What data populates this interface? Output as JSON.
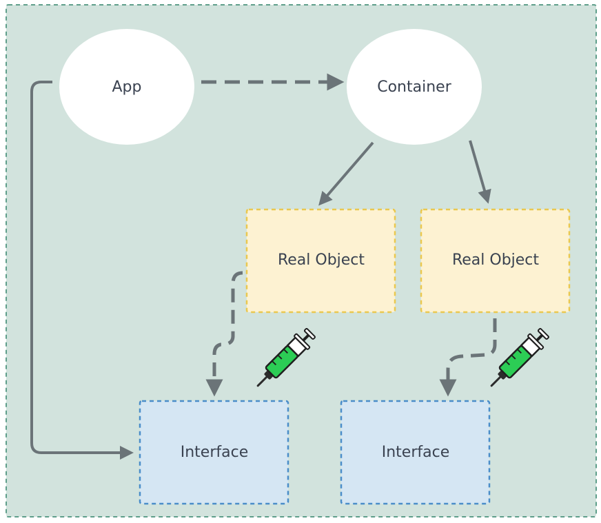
{
  "diagram": {
    "nodes": {
      "app": {
        "label": "App"
      },
      "container": {
        "label": "Container"
      },
      "real_object_1": {
        "label": "Real Object"
      },
      "real_object_2": {
        "label": "Real Object"
      },
      "interface_1": {
        "label": "Interface"
      },
      "interface_2": {
        "label": "Interface"
      }
    },
    "colors": {
      "canvas_background": "#d2e3dd",
      "canvas_border": "#5e9e8a",
      "ellipse_fill": "#ffffff",
      "real_object_fill": "#fdf2d2",
      "real_object_border": "#eac84f",
      "interface_fill": "#d5e6f3",
      "interface_border": "#4a8dc9",
      "arrow": "#6b7478",
      "syringe_liquid": "#2ccd55"
    },
    "icons": [
      "syringe-icon",
      "syringe-icon"
    ]
  }
}
